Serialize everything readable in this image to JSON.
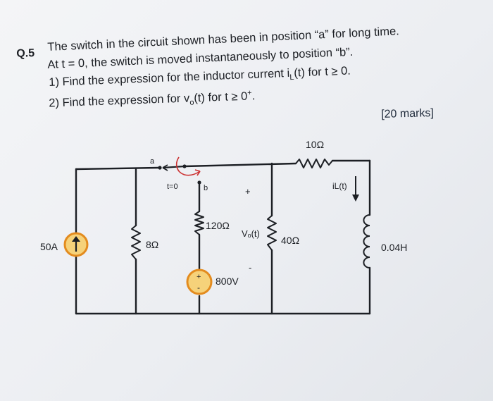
{
  "question": {
    "number": "Q.5",
    "line1": "The switch in the circuit shown has been in position “a” for long time.",
    "line2": "At t = 0, the switch is moved instantaneously to position “b”.",
    "item1": "1) Find the expression for the inductor current i",
    "item1_sub": "L",
    "item1_tail": "(t) for t ≥ 0.",
    "item2": "2) Find the expression for v",
    "item2_sub": "o",
    "item2_tail": "(t) for t ≥ 0",
    "item2_sup": "+",
    "item2_end": ".",
    "marks": "[20 marks]"
  },
  "circuit": {
    "current_source": "50A",
    "r_8": "8Ω",
    "node_a": "a",
    "switch_time": "t=0",
    "node_b": "b",
    "r_120": "120Ω",
    "voltage_source": "800V",
    "vo_plus": "+",
    "vo_label": "Vₒ(t)",
    "vo_minus": "-",
    "r_40": "40Ω",
    "r_10": "10Ω",
    "il_label": "iL(t)",
    "inductor": "0.04H",
    "source_plus": "+",
    "source_minus": "-"
  },
  "colors": {
    "source_fill": "#f6d27a",
    "source_ring": "#e38b1e",
    "switch_arc": "#cc3333",
    "wire": "#1c1f24"
  }
}
